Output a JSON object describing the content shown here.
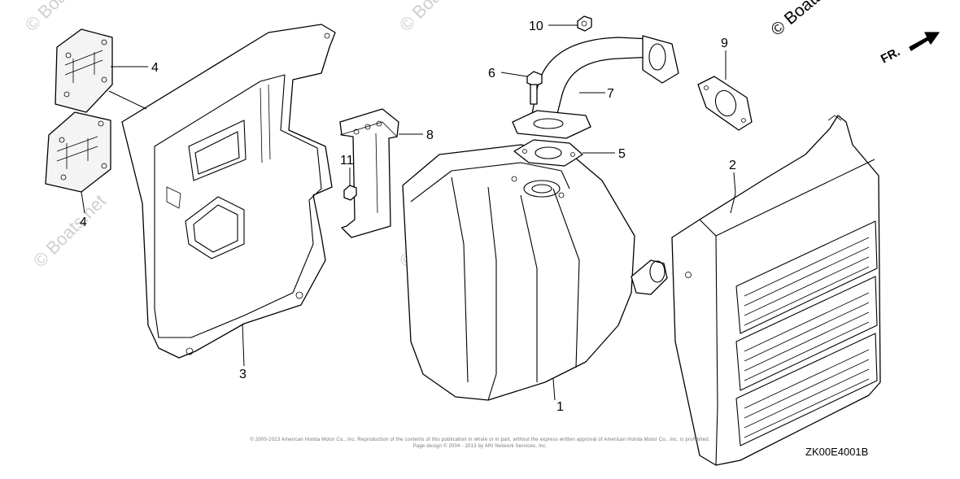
{
  "diagram": {
    "watermark": "© Boats.net",
    "direction_label": "FR.",
    "callouts": [
      "1",
      "2",
      "3",
      "4",
      "4",
      "5",
      "6",
      "7",
      "8",
      "9",
      "10",
      "11"
    ],
    "copyright_line1": "© 2000-2013 American Honda Motor Co., Inc. Reproduction of the contents of this publication in whole or in part, without the express written approval of American Honda Motor Co., Inc. is prohibited.",
    "copyright_line2": "Page design © 2004 - 2013 by ARI Network Services, Inc.",
    "diagram_code": "ZK00E4001B"
  }
}
